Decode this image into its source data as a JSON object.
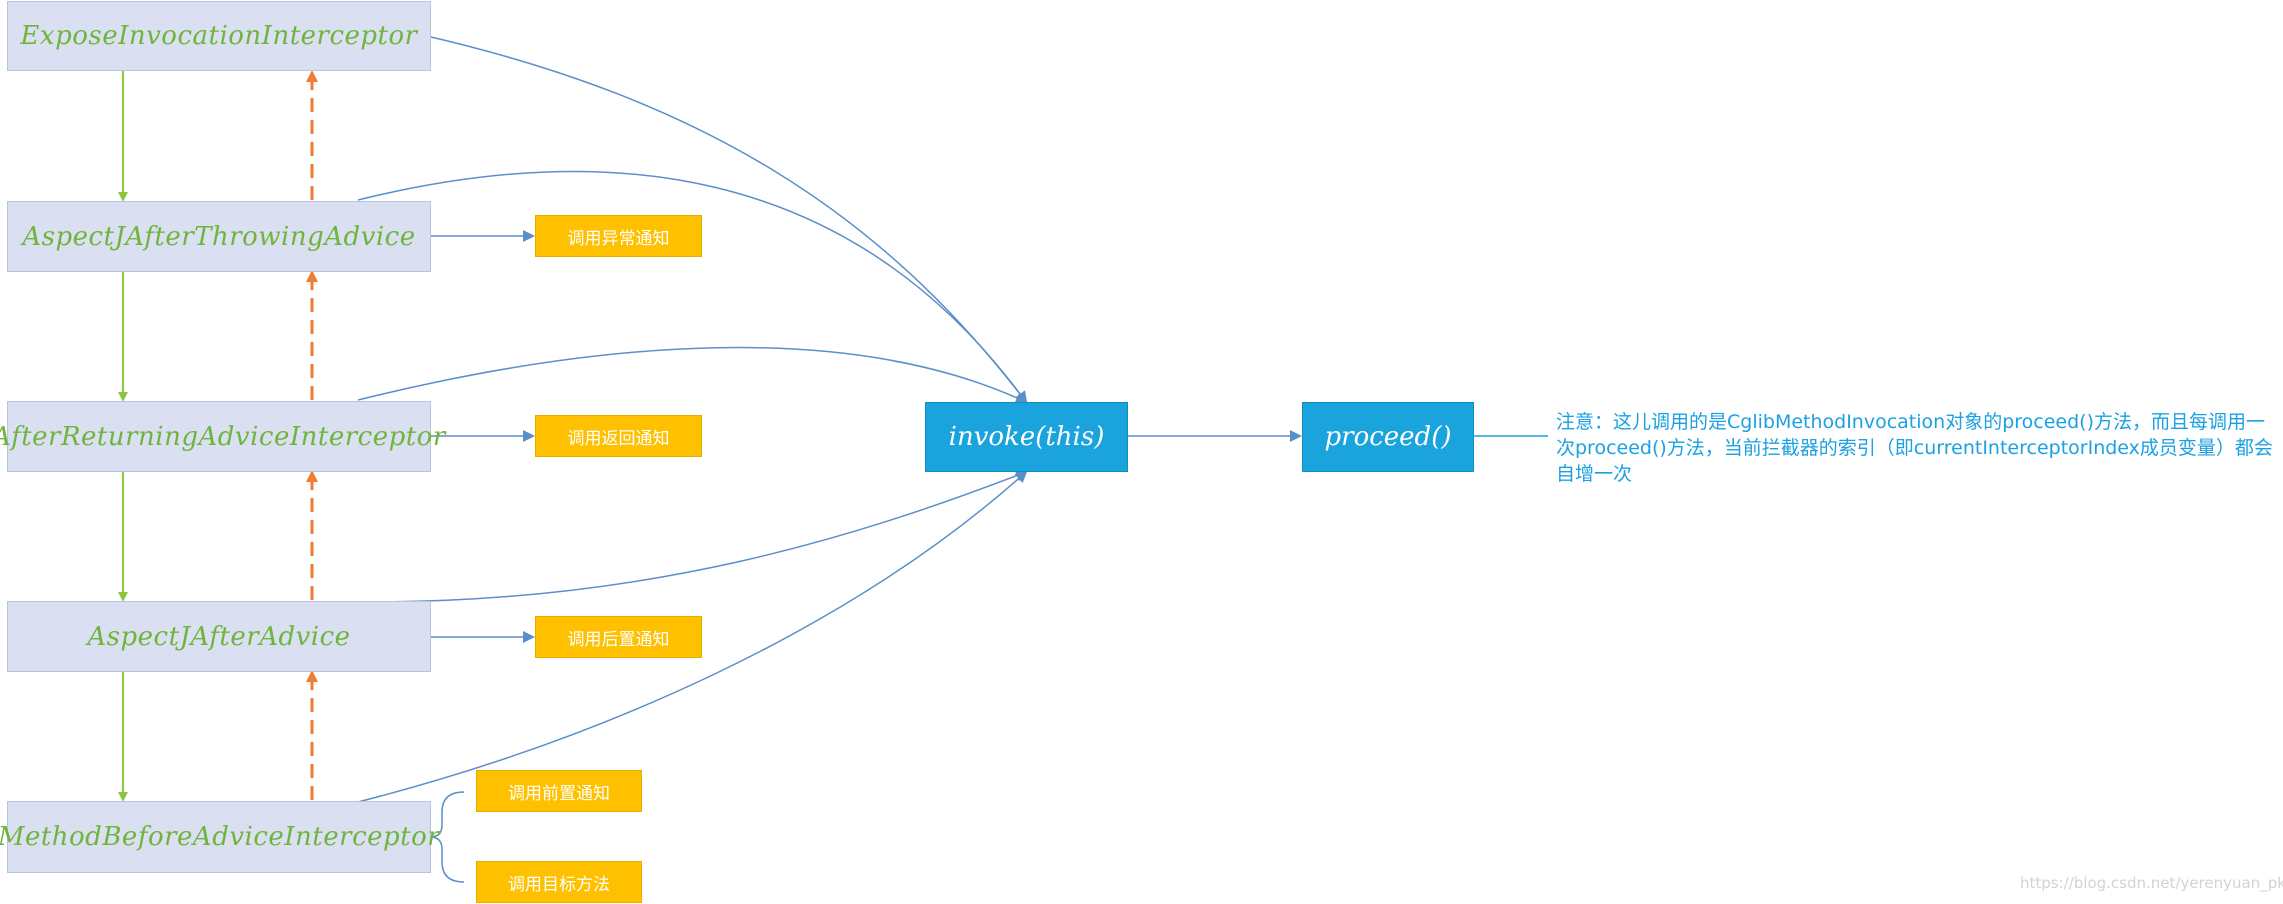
{
  "nodes": {
    "n1": "ExposeInvocationInterceptor",
    "n2": "AspectJAfterThrowingAdvice",
    "n3": "AfterReturningAdviceInterceptor",
    "n4": "AspectJAfterAdvice",
    "n5": "MethodBeforeAdviceInterceptor"
  },
  "tags": {
    "t_throwing": "调用异常通知",
    "t_returning": "调用返回通知",
    "t_after": "调用后置通知",
    "t_before": "调用前置通知",
    "t_target": "调用目标方法"
  },
  "invoke_label": "invoke(this)",
  "proceed_label": "proceed()",
  "note": "注意：这儿调用的是CglibMethodInvocation对象的proceed()方法，而且每调用一次proceed()方法，当前拦截器的索引（即currentInterceptorIndex成员变量）都会自增一次",
  "watermark": "https://blog.csdn.net/yerenyuan_pku",
  "colors": {
    "node_fill": "#dae0f1",
    "node_text": "#6fb53d",
    "down_arrow": "#8cc63f",
    "up_arrow_dashed": "#ed7d31",
    "curve": "#5b8fc9",
    "tag_fill": "#ffc000",
    "blue_box": "#1aa3dc",
    "note_text": "#1ba1e2"
  }
}
